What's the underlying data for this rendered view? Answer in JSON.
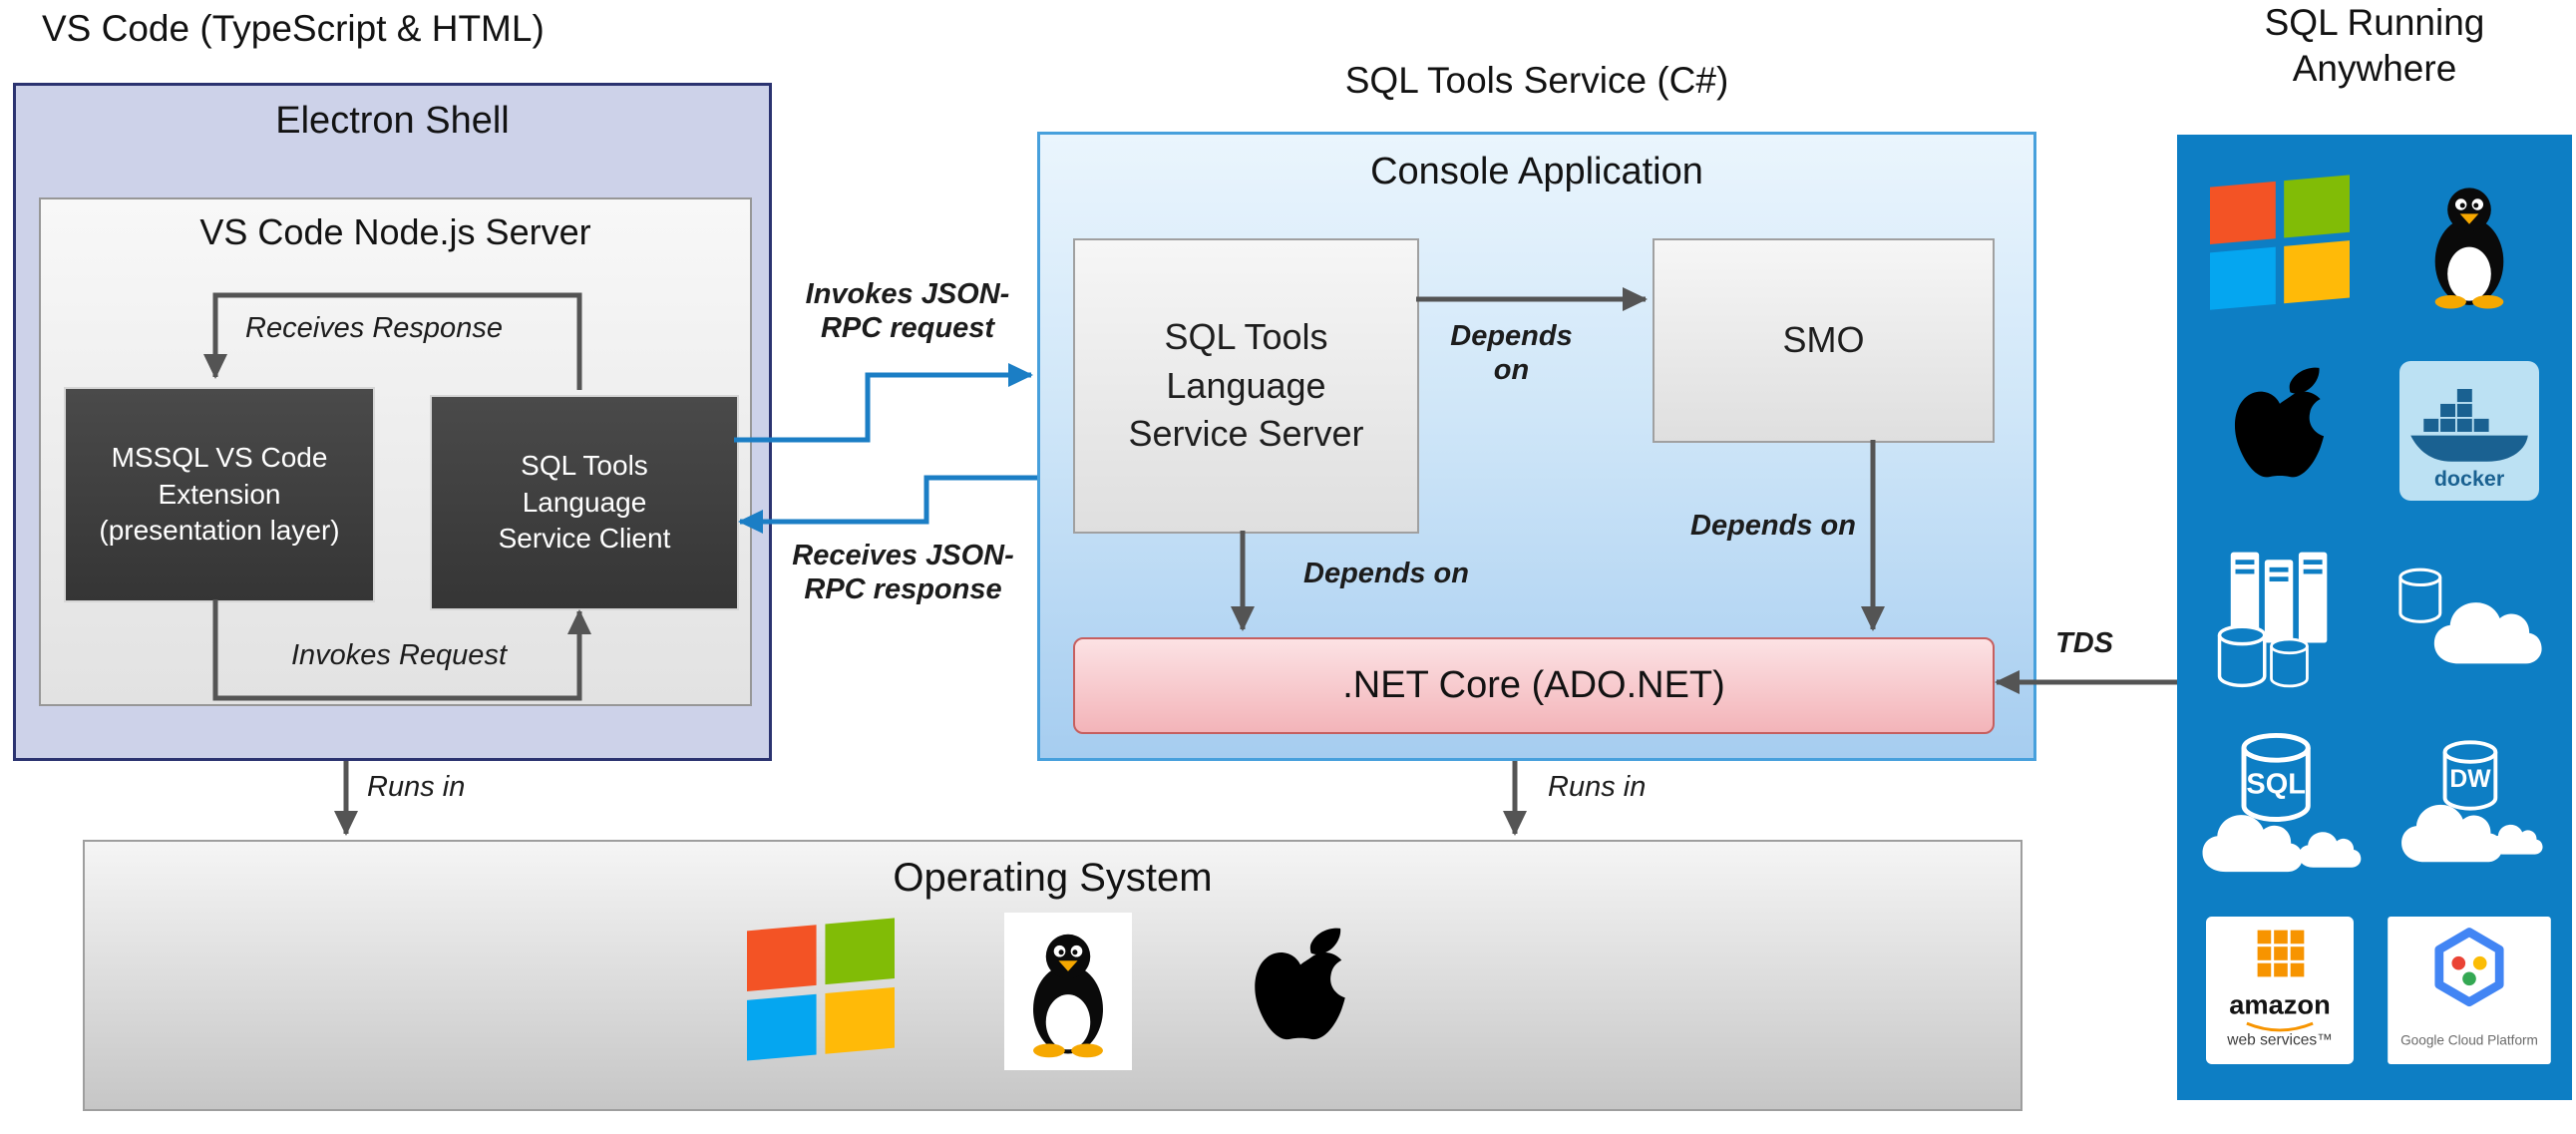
{
  "colors": {
    "electron_fill": "#cdd2e9",
    "electron_border": "#2b3370",
    "console_fill_top": "#eaf5fd",
    "console_fill_bottom": "#a6cdf0",
    "console_border": "#47a0dc",
    "netcore_fill": "#f6c6ca",
    "netcore_border": "#c65f5f",
    "dark_box_fill": "#3f3f3f",
    "panel_blue": "#0d7ec4",
    "arrow_gray": "#545454",
    "arrow_blue": "#1b7ec5"
  },
  "headers": {
    "vscode": "VS Code (TypeScript & HTML)",
    "sql_tools_service": "SQL Tools Service (C#)",
    "sql_running_anywhere": "SQL Running Anywhere"
  },
  "electron": {
    "title": "Electron Shell",
    "node_server_title": "VS Code Node.js Server",
    "mssql_extension": "MSSQL VS Code Extension (presentation layer)",
    "service_client": "SQL Tools Language Service Client",
    "receives_response": "Receives Response",
    "invokes_request": "Invokes Request"
  },
  "console": {
    "title": "Console Application",
    "service_server": "SQL Tools Language Service Server",
    "smo": "SMO",
    "net_core": ".NET Core (ADO.NET)",
    "depends_on_right": "Depends on",
    "depends_on_below_server": "Depends on",
    "depends_on_below_smo": "Depends on"
  },
  "connectors": {
    "invokes_rpc": "Invokes JSON-RPC request",
    "receives_rpc": "Receives JSON-RPC response",
    "runs_in_left": "Runs in",
    "runs_in_right": "Runs in",
    "tds": "TDS"
  },
  "os": {
    "title": "Operating System"
  },
  "right_panel": {
    "docker": "docker",
    "sql": "SQL",
    "dw": "DW",
    "aws_name": "amazon",
    "aws_sub": "web services™",
    "gcp": "Google Cloud Platform"
  },
  "icons": [
    "windows-icon",
    "linux-tux-icon",
    "apple-icon",
    "docker-icon",
    "sql-server-stack-icon",
    "cloud-database-icon",
    "sql-database-cloud-icon",
    "dw-database-cloud-icon",
    "aws-icon",
    "google-cloud-icon"
  ]
}
